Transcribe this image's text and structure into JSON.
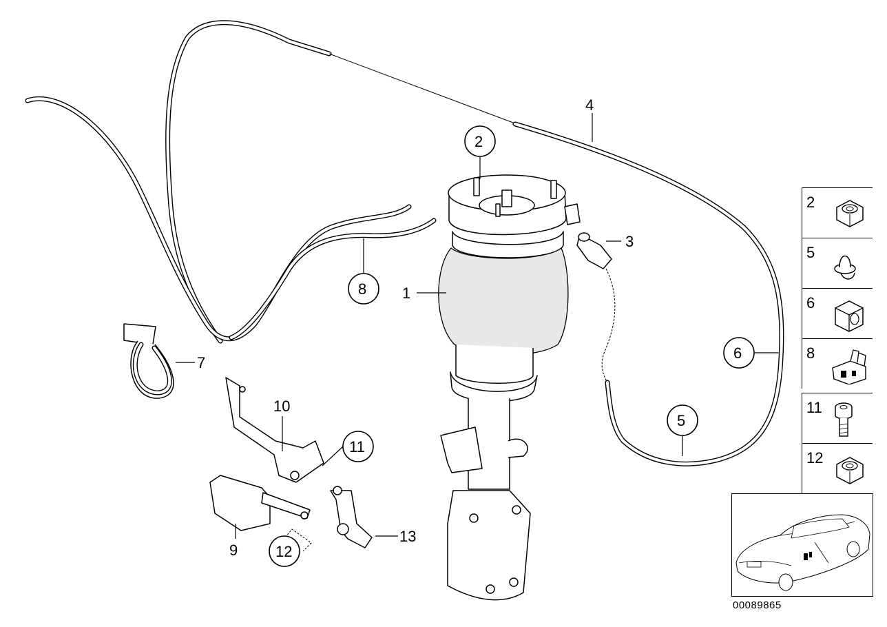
{
  "callouts": {
    "c1": "1",
    "c2": "2",
    "c3": "3",
    "c4": "4",
    "c5": "5",
    "c6": "6",
    "c7": "7",
    "c8": "8",
    "c9": "9",
    "c10": "10",
    "c11": "11",
    "c12": "12",
    "c13": "13"
  },
  "sidebar": {
    "items": [
      {
        "number": "2",
        "icon": "hex-nut-icon"
      },
      {
        "number": "5",
        "icon": "push-clip-icon"
      },
      {
        "number": "6",
        "icon": "clamp-block-icon"
      },
      {
        "number": "8",
        "icon": "connector-clip-icon"
      },
      {
        "number": "11",
        "icon": "bolt-icon"
      },
      {
        "number": "12",
        "icon": "hex-nut-icon"
      }
    ]
  },
  "locator": {
    "icon": "car-locator-icon"
  },
  "doc_number": "00089865"
}
